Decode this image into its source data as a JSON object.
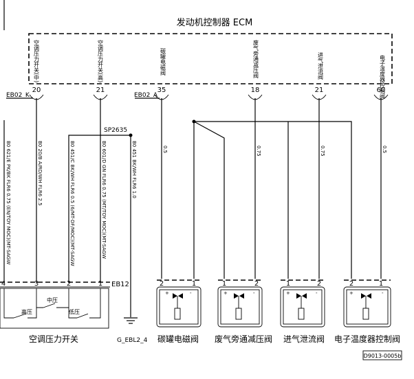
{
  "ecm": {
    "title": "发动机控制器 ECM",
    "pins": [
      {
        "label": "空调压力开关(中)",
        "number": "20"
      },
      {
        "label": "空调压力开关(高)",
        "number": "21"
      },
      {
        "label": "碳罐电磁阀",
        "number": "35"
      },
      {
        "label": "废气旁通减压阀",
        "number": "18"
      },
      {
        "label": "进气泄流阀",
        "number": "21"
      },
      {
        "label": "电子温度器控制阀",
        "number": "60"
      }
    ],
    "connector_left": "EB02_K",
    "connector_right": "EB02_A"
  },
  "splice": "SP2635",
  "wires": [
    "B0 621/E PK/BK FLR6 0.75 (EN/TOY MOC)(MT-SAGW",
    "B0 20/B A/RD/WH FLR6 2.5",
    "B0 451/C BK/WH FLR6 0.5 (6/MT-DF/MOC)(MT-SAGW",
    "B0 601/D GN FLR6 0.75 (MT/TOY MOC)(MT-SAGW",
    "B0 451 BK/WH FLR6 1.0",
    "0.5",
    "0.75",
    "0.75",
    "0.5"
  ],
  "switch": {
    "connector": "EB12",
    "pins": [
      "4",
      "3",
      "2",
      "1"
    ],
    "label_mid": "中压",
    "label_high": "高压",
    "label_low": "低压",
    "name": "空调压力开关"
  },
  "ground": "G_EBL2_4",
  "valves": [
    {
      "name": "碳罐电磁阀",
      "pins": [
        "2",
        "1"
      ]
    },
    {
      "name": "废气旁通减压阀",
      "pins": [
        "1",
        "2"
      ]
    },
    {
      "name": "进气泄流阀",
      "pins": [
        "1",
        "2"
      ]
    },
    {
      "name": "电子温度器控制阀",
      "pins": [
        "2",
        "1"
      ]
    }
  ],
  "diagram_id": "D9013-0005b"
}
